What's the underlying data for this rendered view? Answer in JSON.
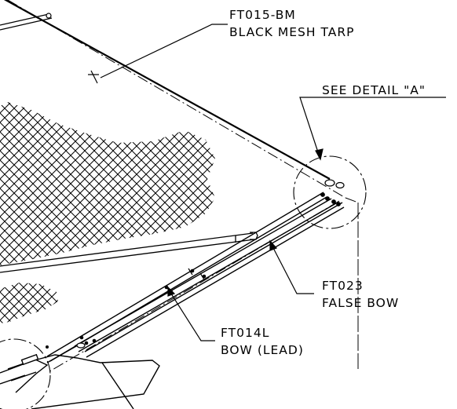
{
  "callouts": {
    "tarp": {
      "part_no": "FT015-BM",
      "description": "BLACK MESH TARP"
    },
    "detail": {
      "text": "SEE DETAIL \"A\""
    },
    "false_bow": {
      "part_no": "FT023",
      "description": "FALSE BOW"
    },
    "lead_bow": {
      "part_no": "FT014L",
      "description": "BOW (LEAD)"
    }
  },
  "colors": {
    "line": "#000000",
    "background": "#ffffff"
  }
}
